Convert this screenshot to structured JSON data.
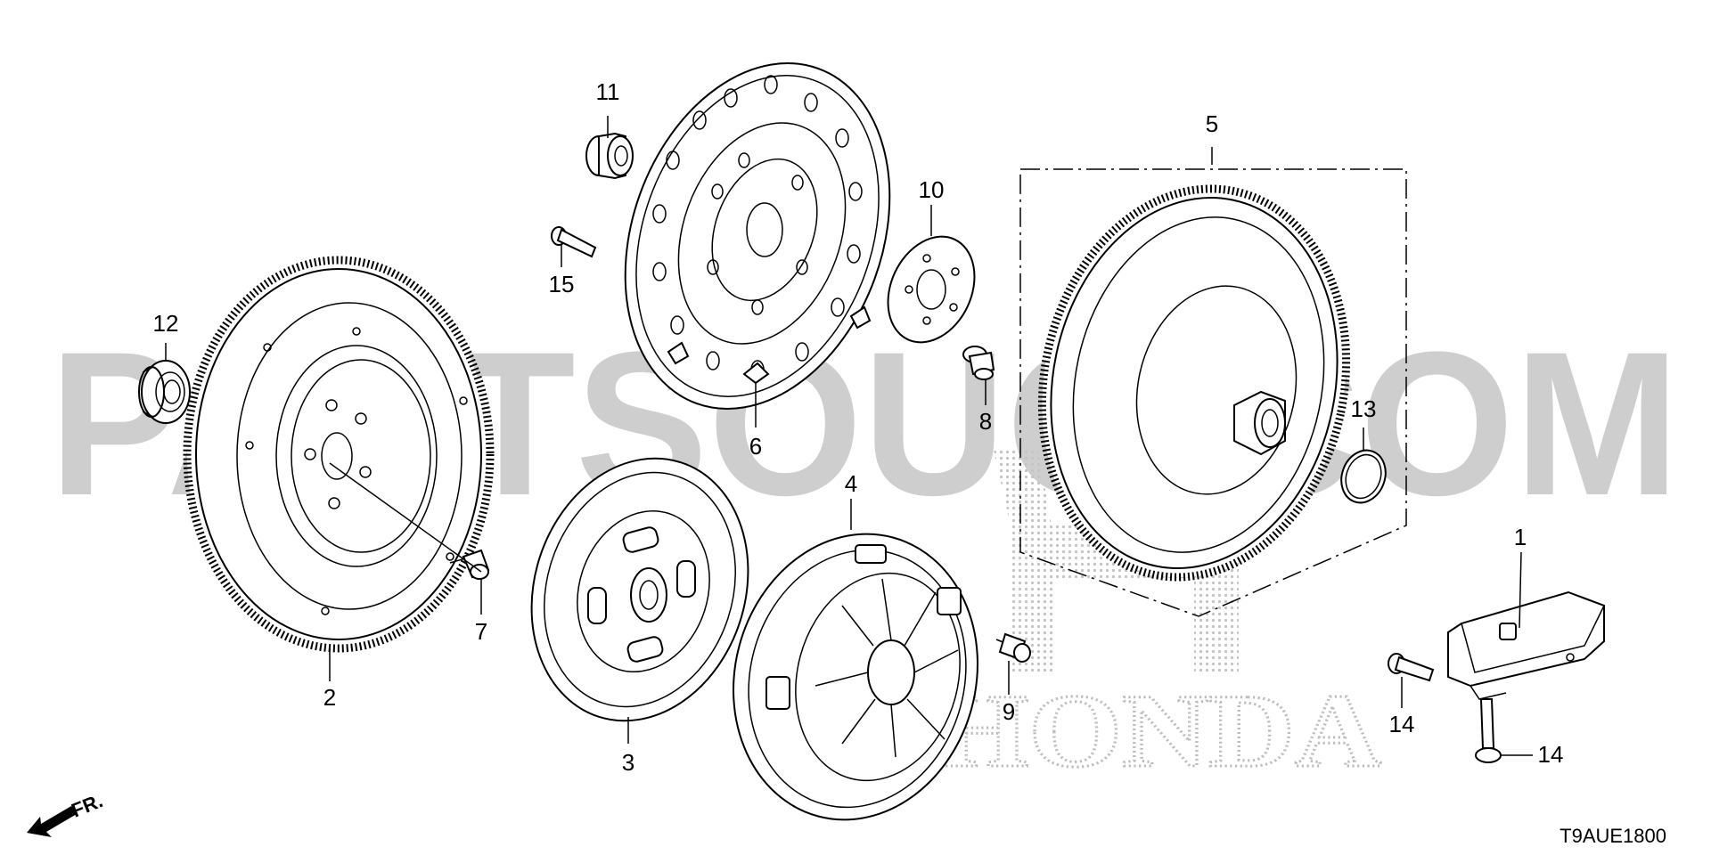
{
  "watermark": {
    "text": "PARTSOUQ.COM",
    "logo_text": "HONDA"
  },
  "diagram_code": "T9AUE1800",
  "direction_label": "FR.",
  "callouts": [
    {
      "id": "c1",
      "label": "1"
    },
    {
      "id": "c2",
      "label": "2"
    },
    {
      "id": "c3",
      "label": "3"
    },
    {
      "id": "c4",
      "label": "4"
    },
    {
      "id": "c5",
      "label": "5"
    },
    {
      "id": "c6",
      "label": "6"
    },
    {
      "id": "c7",
      "label": "7"
    },
    {
      "id": "c8",
      "label": "8"
    },
    {
      "id": "c9",
      "label": "9"
    },
    {
      "id": "c10",
      "label": "10"
    },
    {
      "id": "c11",
      "label": "11"
    },
    {
      "id": "c12",
      "label": "12"
    },
    {
      "id": "c13",
      "label": "13"
    },
    {
      "id": "c14a",
      "label": "14"
    },
    {
      "id": "c14b",
      "label": "14"
    },
    {
      "id": "c15",
      "label": "15"
    }
  ],
  "colors": {
    "line": "#000000",
    "watermark": "#c9c9c9",
    "background": "#ffffff"
  }
}
